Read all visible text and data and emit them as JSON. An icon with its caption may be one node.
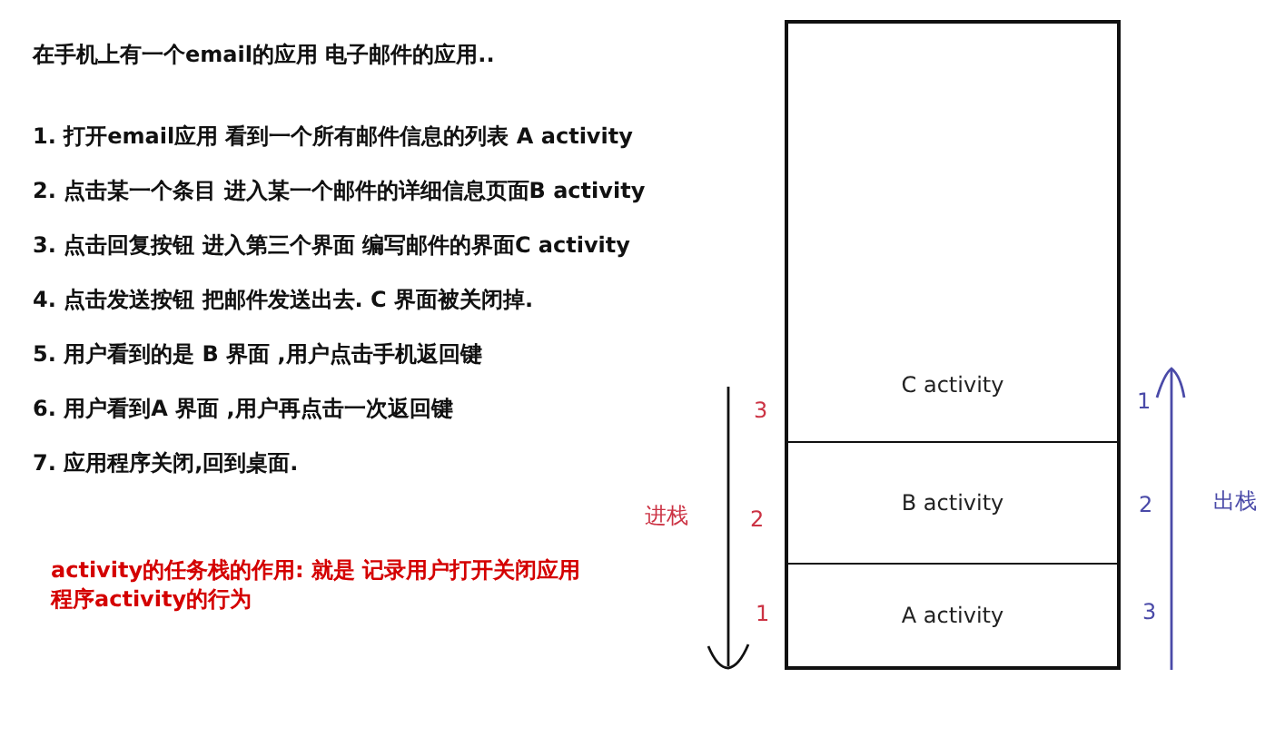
{
  "diagram": {
    "title": "在手机上有一个email的应用 电子邮件的应用..",
    "nodes": [
      {
        "text": [],
        "shape": "box"
      },
      {
        "text": [
          "C activity"
        ],
        "in": 0
      },
      {
        "text": [
          "B activity"
        ],
        "in": 0
      },
      {
        "text": [
          "A activity"
        ],
        "in": 0
      }
    ],
    "edges": [],
    "labels": [
      "1. 打开email应用 看到一个所有邮件信息的列表 A activity",
      "2. 点击某一个条目 进入某一个邮件的详细信息页面B activity",
      "3. 点击回复按钮 进入第三个界面 编写邮件的界面C activity",
      "4. 点击发送按钮 把邮件发送出去. C 界面被关闭掉.",
      "5. 用户看到的是 B 界面 ,用户点击手机返回键",
      "6. 用户看到A 界面 ,用户再点击一次返回键",
      "7. 应用程序关闭,回到桌面.",
      "activity的任务栈的作用: 就是 记录用户打开关闭应用程序activity的行为",
      "3",
      "2",
      "1",
      "进栈",
      "1",
      "2",
      "3",
      "出栈"
    ]
  }
}
